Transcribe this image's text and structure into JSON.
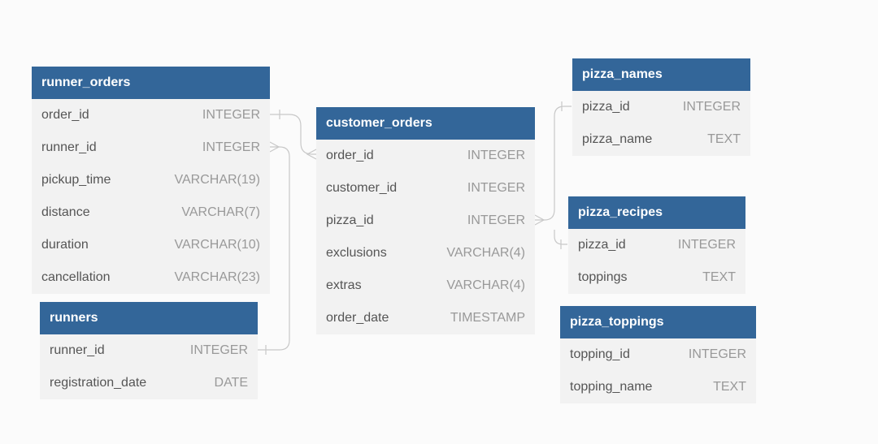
{
  "tables": {
    "runner_orders": {
      "name": "runner_orders",
      "columns": [
        {
          "name": "order_id",
          "type": "INTEGER"
        },
        {
          "name": "runner_id",
          "type": "INTEGER"
        },
        {
          "name": "pickup_time",
          "type": "VARCHAR(19)"
        },
        {
          "name": "distance",
          "type": "VARCHAR(7)"
        },
        {
          "name": "duration",
          "type": "VARCHAR(10)"
        },
        {
          "name": "cancellation",
          "type": "VARCHAR(23)"
        }
      ]
    },
    "runners": {
      "name": "runners",
      "columns": [
        {
          "name": "runner_id",
          "type": "INTEGER"
        },
        {
          "name": "registration_date",
          "type": "DATE"
        }
      ]
    },
    "customer_orders": {
      "name": "customer_orders",
      "columns": [
        {
          "name": "order_id",
          "type": "INTEGER"
        },
        {
          "name": "customer_id",
          "type": "INTEGER"
        },
        {
          "name": "pizza_id",
          "type": "INTEGER"
        },
        {
          "name": "exclusions",
          "type": "VARCHAR(4)"
        },
        {
          "name": "extras",
          "type": "VARCHAR(4)"
        },
        {
          "name": "order_date",
          "type": "TIMESTAMP"
        }
      ]
    },
    "pizza_names": {
      "name": "pizza_names",
      "columns": [
        {
          "name": "pizza_id",
          "type": "INTEGER"
        },
        {
          "name": "pizza_name",
          "type": "TEXT"
        }
      ]
    },
    "pizza_recipes": {
      "name": "pizza_recipes",
      "columns": [
        {
          "name": "pizza_id",
          "type": "INTEGER"
        },
        {
          "name": "toppings",
          "type": "TEXT"
        }
      ]
    },
    "pizza_toppings": {
      "name": "pizza_toppings",
      "columns": [
        {
          "name": "topping_id",
          "type": "INTEGER"
        },
        {
          "name": "topping_name",
          "type": "TEXT"
        }
      ]
    }
  },
  "colors": {
    "header_bg": "#336699",
    "header_text": "#ffffff",
    "body_bg": "#f2f2f2",
    "column_name": "#555555",
    "column_type": "#999999",
    "connector": "#c8c8c8"
  }
}
